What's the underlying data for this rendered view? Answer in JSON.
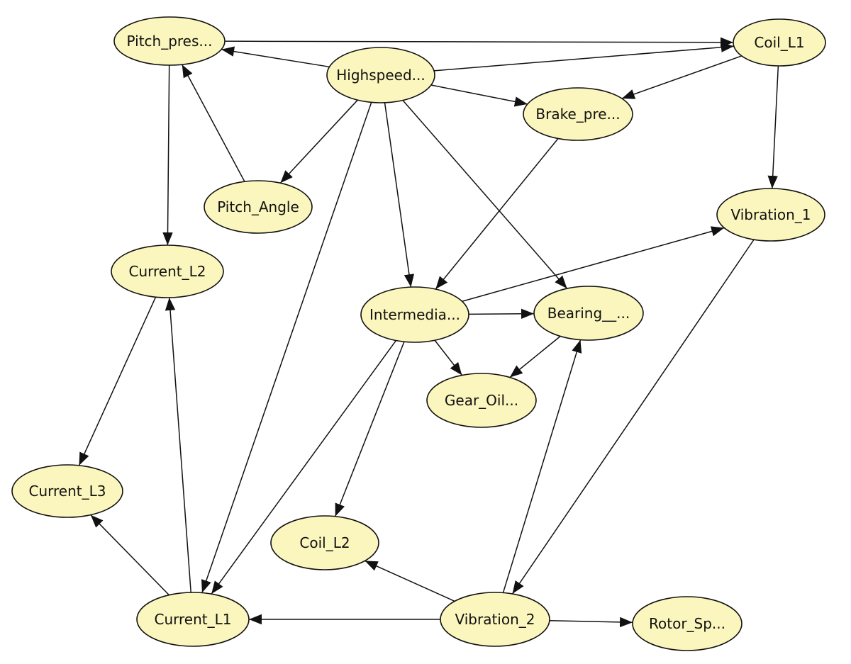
{
  "diagram": {
    "type": "directed-graph",
    "colors": {
      "node_fill": "#fbf6bd",
      "stroke": "#111111",
      "background": "#ffffff"
    },
    "nodes": [
      {
        "id": "pitch_pres",
        "label": "Pitch_pres..."
      },
      {
        "id": "highspeed",
        "label": "Highspeed..."
      },
      {
        "id": "coil_l1",
        "label": "Coil_L1"
      },
      {
        "id": "brake_pre",
        "label": "Brake_pre..."
      },
      {
        "id": "pitch_angle",
        "label": "Pitch_Angle"
      },
      {
        "id": "vibration_1",
        "label": "Vibration_1"
      },
      {
        "id": "current_l2",
        "label": "Current_L2"
      },
      {
        "id": "intermedia",
        "label": "Intermedia..."
      },
      {
        "id": "bearing",
        "label": "Bearing__..."
      },
      {
        "id": "gear_oil",
        "label": "Gear_Oil..."
      },
      {
        "id": "current_l3",
        "label": "Current_L3"
      },
      {
        "id": "coil_l2",
        "label": "Coil_L2"
      },
      {
        "id": "current_l1",
        "label": "Current_L1"
      },
      {
        "id": "vibration_2",
        "label": "Vibration_2"
      },
      {
        "id": "rotor_sp",
        "label": "Rotor_Sp..."
      }
    ],
    "edges": [
      {
        "from": "highspeed",
        "to": "pitch_pres"
      },
      {
        "from": "pitch_pres",
        "to": "coil_l1"
      },
      {
        "from": "highspeed",
        "to": "coil_l1"
      },
      {
        "from": "highspeed",
        "to": "brake_pre"
      },
      {
        "from": "coil_l1",
        "to": "brake_pre"
      },
      {
        "from": "coil_l1",
        "to": "vibration_1"
      },
      {
        "from": "pitch_angle",
        "to": "pitch_pres"
      },
      {
        "from": "highspeed",
        "to": "pitch_angle"
      },
      {
        "from": "pitch_pres",
        "to": "current_l2"
      },
      {
        "from": "highspeed",
        "to": "intermedia"
      },
      {
        "from": "highspeed",
        "to": "bearing"
      },
      {
        "from": "highspeed",
        "to": "current_l1"
      },
      {
        "from": "brake_pre",
        "to": "intermedia"
      },
      {
        "from": "intermedia",
        "to": "vibration_1"
      },
      {
        "from": "intermedia",
        "to": "bearing"
      },
      {
        "from": "intermedia",
        "to": "gear_oil"
      },
      {
        "from": "bearing",
        "to": "gear_oil"
      },
      {
        "from": "intermedia",
        "to": "coil_l2"
      },
      {
        "from": "intermedia",
        "to": "current_l1"
      },
      {
        "from": "vibration_1",
        "to": "vibration_2"
      },
      {
        "from": "vibration_2",
        "to": "bearing"
      },
      {
        "from": "vibration_2",
        "to": "coil_l2"
      },
      {
        "from": "vibration_2",
        "to": "current_l1"
      },
      {
        "from": "vibration_2",
        "to": "rotor_sp"
      },
      {
        "from": "current_l2",
        "to": "current_l3"
      },
      {
        "from": "current_l1",
        "to": "current_l2"
      },
      {
        "from": "current_l1",
        "to": "current_l3"
      }
    ]
  }
}
